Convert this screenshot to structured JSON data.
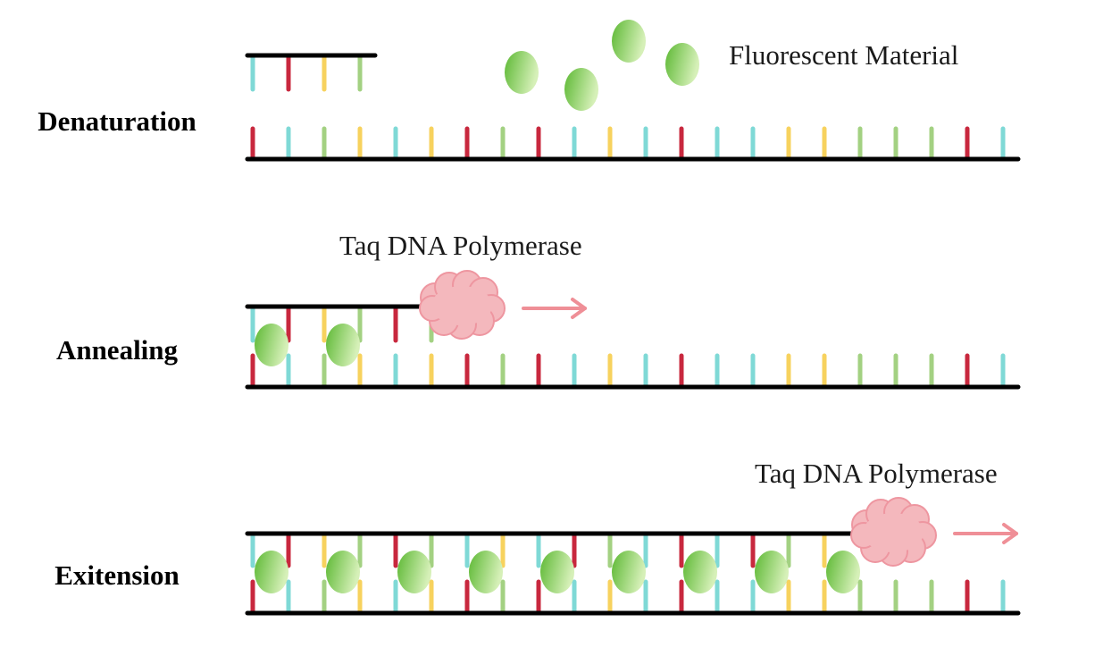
{
  "stages": [
    {
      "label": "Denaturation"
    },
    {
      "label": "Annealing"
    },
    {
      "label": "Exitension"
    }
  ],
  "captions": {
    "fluorescent": "Fluorescent Material",
    "polymerase_annealing": "Taq DNA Polymerase",
    "polymerase_extension": "Taq DNA Polymerase"
  },
  "colors": {
    "base_red": "#c8283e",
    "base_cyan": "#7fd9d6",
    "base_green": "#a3d182",
    "base_yellow": "#f7d25e",
    "backbone": "#000000",
    "dye_light": "#d6f0b8",
    "dye_dark": "#5cb833",
    "polymerase_fill": "#f4b8bd",
    "polymerase_stroke": "#ee96a0",
    "arrow": "#ef8f97"
  },
  "template_sequence": [
    "red",
    "cyan",
    "green",
    "yellow",
    "cyan",
    "yellow",
    "red",
    "green",
    "red",
    "cyan",
    "yellow",
    "cyan",
    "red",
    "cyan",
    "cyan",
    "yellow",
    "yellow",
    "green",
    "green",
    "green",
    "red",
    "cyan"
  ],
  "denaturation_primer": [
    "cyan",
    "red",
    "yellow",
    "green"
  ],
  "annealing_strand": [
    "cyan",
    "red",
    "yellow",
    "green",
    "red",
    "green"
  ],
  "extension_strand": [
    "cyan",
    "red",
    "yellow",
    "green",
    "red",
    "green",
    "cyan",
    "yellow",
    "cyan",
    "red",
    "green",
    "cyan",
    "red",
    "cyan",
    "red",
    "green",
    "yellow"
  ],
  "annealing_dyes": 2,
  "extension_dyes": 9
}
